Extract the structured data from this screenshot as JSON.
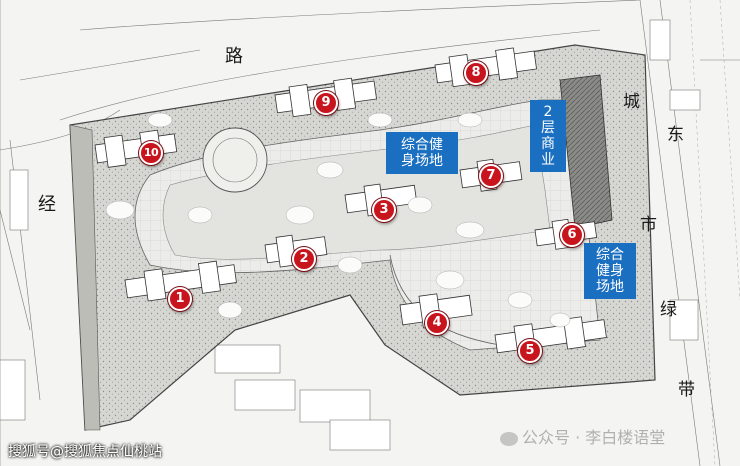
{
  "road_labels": {
    "top": "路",
    "left": "经",
    "right_1": "城",
    "right_2": "东",
    "right_3": "市",
    "right_4": "绿",
    "right_5": "带"
  },
  "buildings": [
    {
      "number": "1"
    },
    {
      "number": "2"
    },
    {
      "number": "3"
    },
    {
      "number": "4"
    },
    {
      "number": "5"
    },
    {
      "number": "6"
    },
    {
      "number": "7"
    },
    {
      "number": "8"
    },
    {
      "number": "9"
    },
    {
      "number": "10"
    }
  ],
  "zones": {
    "fitness_north": {
      "line1": "综合健",
      "line2": "身场地"
    },
    "commercial": {
      "line1": "2",
      "line2": "层",
      "line3": "商",
      "line4": "业"
    },
    "fitness_east": {
      "line1": "综合",
      "line2": "健身",
      "line3": "场地"
    }
  },
  "watermarks": {
    "bottom_left": "搜狐号@搜狐焦点仙桃站",
    "bottom_right": "公众号 · 李白楼语堂"
  },
  "colors": {
    "pin": "#c8151d",
    "zone": "#1b6fc0",
    "site_fill": "#d9d9d5"
  }
}
